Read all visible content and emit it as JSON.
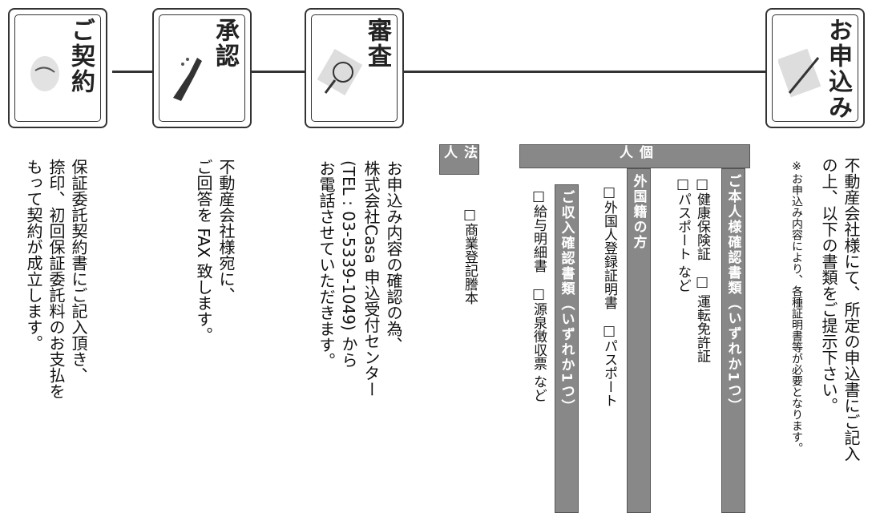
{
  "steps": {
    "apply": {
      "title": "お申込み"
    },
    "review": {
      "title": "審査"
    },
    "approve": {
      "title": "承認"
    },
    "contract": {
      "title": "ご契約"
    }
  },
  "apply_text": {
    "line1": "不動産会社様にて、所定の申込書にご記入",
    "line2": "の上、以下の書類をご提示下さい。",
    "note": "※お申込み内容により、各種証明書等が必要となります。"
  },
  "categories": {
    "individual": "個人",
    "corporate": "法人"
  },
  "groups": {
    "identity": {
      "label": "ご本人様確認書類（いずれか1つ）",
      "line1": "□健康保険証　□ 運転免許証",
      "line2": "□パスポート など"
    },
    "foreign": {
      "label": "外国籍の方",
      "line1": "□外国人登録証明書　□パスポート"
    },
    "income": {
      "label": "ご収入確認書類（いずれか1つ）",
      "line1": "□給与明細書　□源泉徴収票 など"
    },
    "corporate": {
      "line1": "□商業登記謄本"
    }
  },
  "review_text": {
    "line1": "お申込み内容の確認の為、",
    "line2": "株式会社Casa 申込受付センター",
    "line3": "(TEL : 03-5339-1049) から",
    "line4": "お電話させていただきます。"
  },
  "approve_text": {
    "line1": "不動産会社様宛に、",
    "line2": "ご回答を FAX 致します。"
  },
  "contract_text": {
    "line1": "保証委託契約書にご記入頂き、",
    "line2": "捺印、初回保証委託料のお支払を",
    "line3": "もって契約が成立します。"
  }
}
